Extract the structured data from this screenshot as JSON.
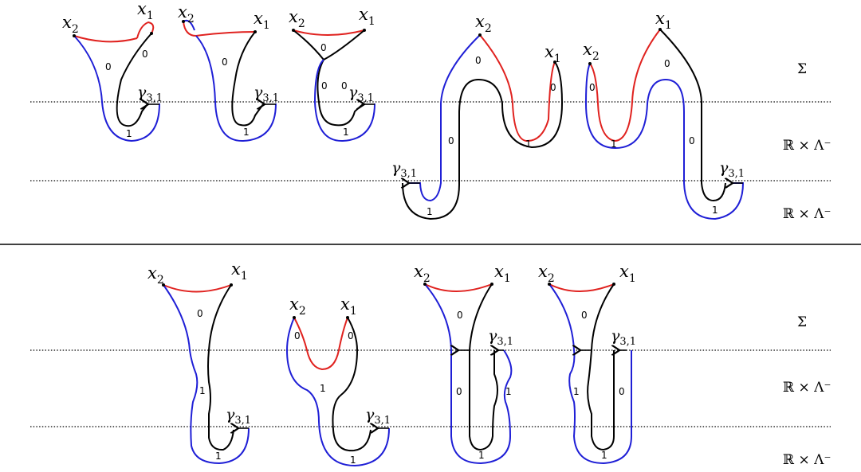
{
  "colors": {
    "blue": "#1f1fd6",
    "red": "#e0221f",
    "black": "#000000"
  },
  "symbols": {
    "x1": "x",
    "x1_sub": "1",
    "x2": "x",
    "x2_sub": "2",
    "gamma": "γ",
    "gamma_sub": "3,1",
    "zero": "0",
    "one": "1"
  },
  "level_labels": {
    "top": [
      "Σ",
      "ℝ × Λ⁻",
      "ℝ × Λ⁻"
    ],
    "bottom": [
      "Σ",
      "ℝ × Λ⁻",
      "ℝ × Λ⁻"
    ]
  }
}
